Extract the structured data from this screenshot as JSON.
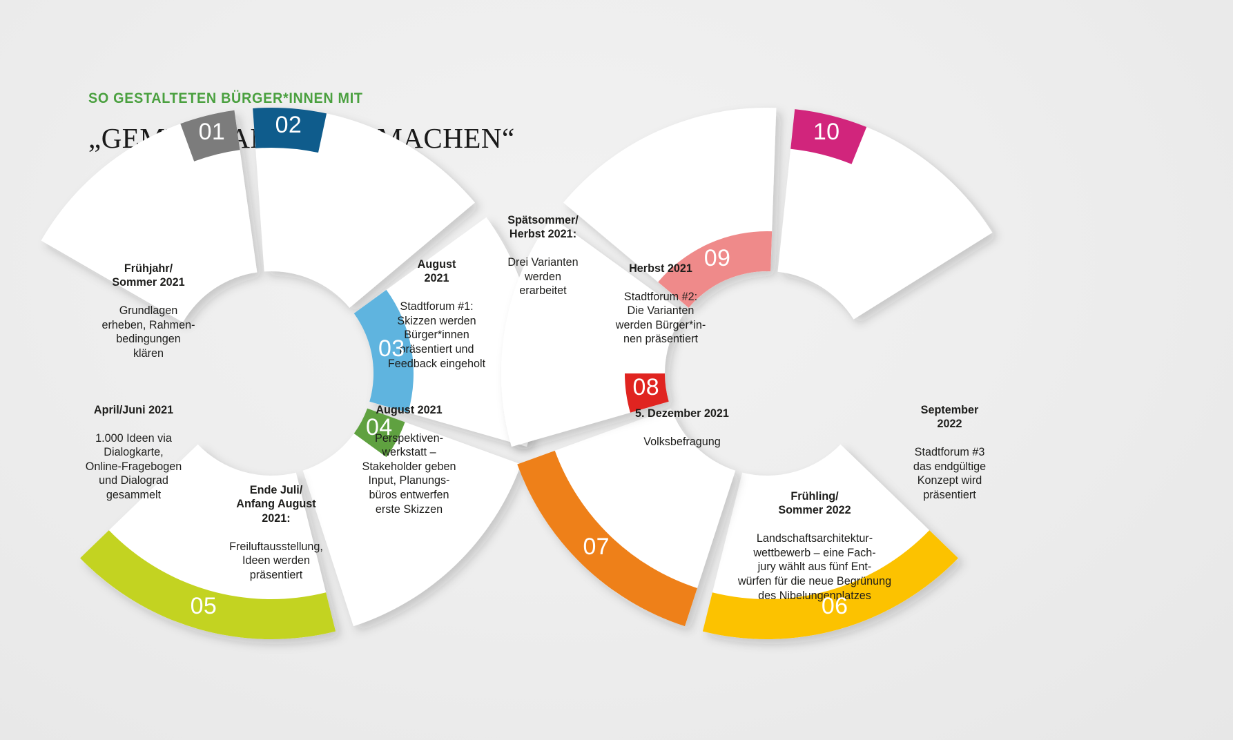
{
  "header": {
    "kicker": "SO GESTALTETEN BÜRGER*INNEN MIT",
    "title": "„GEMEINSAM PLATZ MACHEN“"
  },
  "chart_data": {
    "type": "diagram",
    "subtype": "circular-timeline",
    "title": "„GEMEINSAM PLATZ MACHEN“",
    "description": "Figure-eight / double-ring process timeline with ten numbered stages",
    "steps": [
      {
        "number": "01",
        "color": "#7c7c7c",
        "title": "Frühjahr/\nSommer 2021",
        "body": "Grundlagen\nerheben, Rahmen-\nbedingungen\nklären"
      },
      {
        "number": "02",
        "color": "#0f5c8c",
        "title": "April/Juni 2021",
        "body": "1.000 Ideen via\nDialogkarte,\nOnline-Fragebogen\nund Dialograd\ngesammelt"
      },
      {
        "number": "03",
        "color": "#5fb4df",
        "title": "Ende Juli/\nAnfang August\n2021:",
        "body": "Freiluftausstellung,\nIdeen werden\npräsentiert"
      },
      {
        "number": "04",
        "color": "#5fa140",
        "title": "August 2021",
        "body": "Perspektiven-\nwerkstatt –\nStakeholder geben\nInput, Planungs-\nbüros entwerfen\nerste Skizzen"
      },
      {
        "number": "05",
        "color": "#c3d321",
        "title": "August\n2021",
        "body": "Stadtforum #1:\nSkizzen werden\nBürger*innen\npräsentiert und\nFeedback eingeholt"
      },
      {
        "number": "06",
        "color": "#fcc200",
        "title": "Spätsommer/\nHerbst 2021:",
        "body": "Drei Varianten\nwerden\nerarbeitet"
      },
      {
        "number": "07",
        "color": "#ee8019",
        "title": "Herbst 2021",
        "body": "Stadtforum #2:\nDie Varianten\nwerden Bürger*in-\nnen präsentiert"
      },
      {
        "number": "08",
        "color": "#e02420",
        "title": "5. Dezember 2021",
        "body": "Volksbefragung"
      },
      {
        "number": "09",
        "color": "#ef8a8a",
        "title": "Frühling/\nSommer 2022",
        "body": "Landschaftsarchitektur-\nwettbewerb – eine Fach-\njury wählt aus fünf Ent-\nwürfen für die neue Begrünung\ndes Nibelungenplatzes"
      },
      {
        "number": "10",
        "color": "#d1257c",
        "title": "September\n2022",
        "body": "Stadtforum #3\ndas endgültige\nKonzept wird\npräsentiert"
      }
    ],
    "palette": {
      "accent_green": "#4aa03f",
      "text": "#1d1d1b",
      "background": "#eeeeee",
      "segment_fill": "#ffffff"
    }
  }
}
